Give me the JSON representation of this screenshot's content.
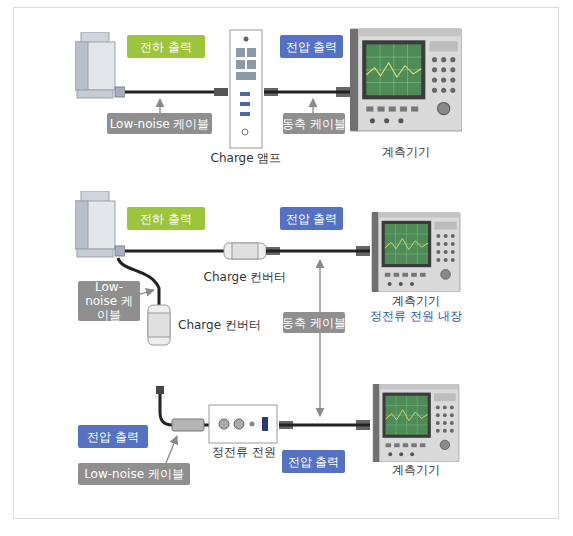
{
  "diagram": {
    "nodes": [
      {
        "text": [
          "전하 출력"
        ]
      },
      {
        "text": [
          "Charge 앰프"
        ]
      },
      {
        "text": [
          "전압 출력"
        ]
      },
      {
        "text": [
          "계측기기"
        ]
      },
      {
        "text": [
          "Low-noise 케이블"
        ]
      },
      {
        "text": [
          "동축 케이블"
        ]
      },
      {
        "text": [
          "전하 출력"
        ]
      },
      {
        "text": [
          "Charge 컨버터"
        ]
      },
      {
        "text": [
          "전압 출력"
        ]
      },
      {
        "text": [
          "계측기기",
          "정전류 전원 내장"
        ]
      },
      {
        "text": [
          "Low-noise 케이블"
        ]
      },
      {
        "text": [
          "Charge 컨버터"
        ]
      },
      {
        "text": [
          "동축 케이블"
        ]
      },
      {
        "text": [
          "정전류 전원"
        ]
      },
      {
        "text": [
          "계측기기"
        ]
      },
      {
        "text": [
          "전압 출력"
        ]
      },
      {
        "text": [
          "Low-noise 케이블"
        ]
      },
      {
        "text": [
          "전압 출력"
        ]
      }
    ],
    "edges": [
      {
        "from": 1,
        "to": 3,
        "arrow": "none"
      },
      {
        "from": 7,
        "to": 9,
        "arrow": "none"
      },
      {
        "from": 13,
        "to": 14,
        "arrow": "none"
      }
    ]
  }
}
